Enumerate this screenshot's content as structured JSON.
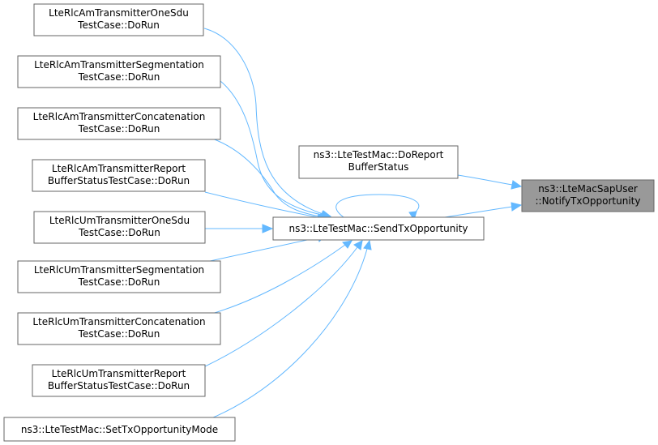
{
  "colors": {
    "node_fill": "#ffffff",
    "node_stroke": "#666666",
    "focus_fill": "#999999",
    "focus_stroke": "#666666",
    "edge": "#63b8ff"
  },
  "nodes": {
    "am_one_sdu": [
      "LteRlcAmTransmitterOneSdu",
      "TestCase::DoRun"
    ],
    "am_segmentation": [
      "LteRlcAmTransmitterSegmentation",
      "TestCase::DoRun"
    ],
    "am_concatenation": [
      "LteRlcAmTransmitterConcatenation",
      "TestCase::DoRun"
    ],
    "am_report": [
      "LteRlcAmTransmitterReport",
      "BufferStatusTestCase::DoRun"
    ],
    "um_one_sdu": [
      "LteRlcUmTransmitterOneSdu",
      "TestCase::DoRun"
    ],
    "um_segmentation": [
      "LteRlcUmTransmitterSegmentation",
      "TestCase::DoRun"
    ],
    "um_concatenation": [
      "LteRlcUmTransmitterConcatenation",
      "TestCase::DoRun"
    ],
    "um_report": [
      "LteRlcUmTransmitterReport",
      "BufferStatusTestCase::DoRun"
    ],
    "set_tx_mode": [
      "ns3::LteTestMac::SetTxOpportunityMode"
    ],
    "send_tx": [
      "ns3::LteTestMac::SendTxOpportunity"
    ],
    "do_report": [
      "ns3::LteTestMac::DoReport",
      "BufferStatus"
    ],
    "notify": [
      "ns3::LteMacSapUser",
      "::NotifyTxOpportunity"
    ]
  }
}
